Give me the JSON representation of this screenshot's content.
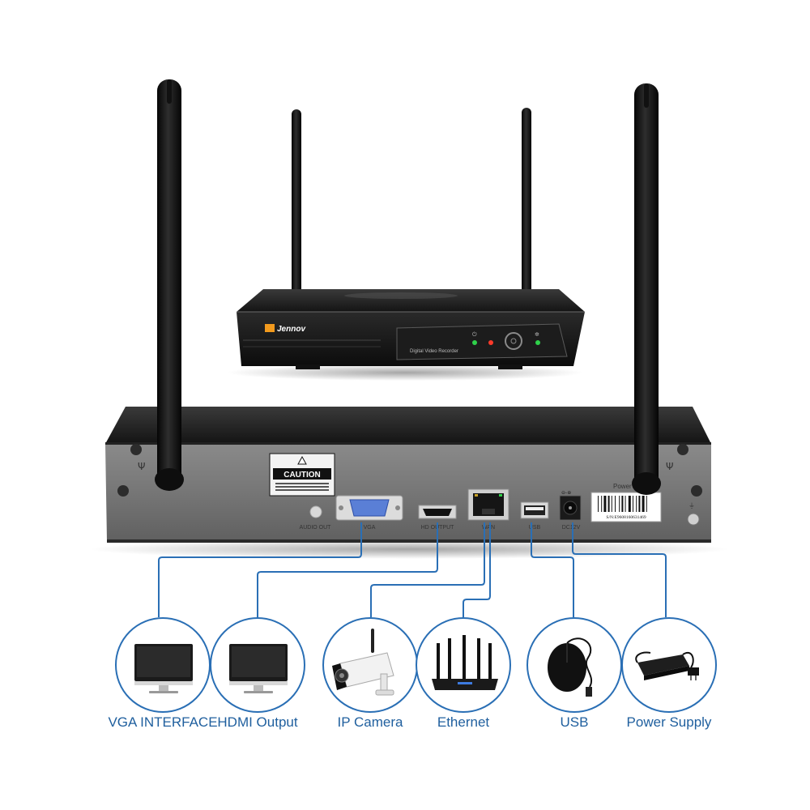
{
  "brand": "Jennov",
  "front_panel_text": "Digital Video Recorder",
  "caution_title": "CAUTION",
  "power_label": "Power",
  "serial_label": "S/N:E9608160631469",
  "ports": [
    {
      "label": "AUDIO OUT"
    },
    {
      "label": "VGA"
    },
    {
      "label": "HD OUTPUT"
    },
    {
      "label": "WAN"
    },
    {
      "label": "USB"
    },
    {
      "label": "DC12V"
    }
  ],
  "connections": [
    {
      "label": "VGA INTERFACE",
      "icon": "monitor-icon"
    },
    {
      "label": "HDMI Output",
      "icon": "monitor-icon"
    },
    {
      "label": "IP Camera",
      "icon": "ip-camera-icon"
    },
    {
      "label": "Ethernet",
      "icon": "router-icon"
    },
    {
      "label": "USB",
      "icon": "mouse-icon"
    },
    {
      "label": "Power Supply",
      "icon": "power-adapter-icon"
    }
  ],
  "colors": {
    "line": "#2a6fb5",
    "text": "#1f5f9e",
    "led_green": "#2fd14a",
    "led_red": "#ff3a2a"
  }
}
